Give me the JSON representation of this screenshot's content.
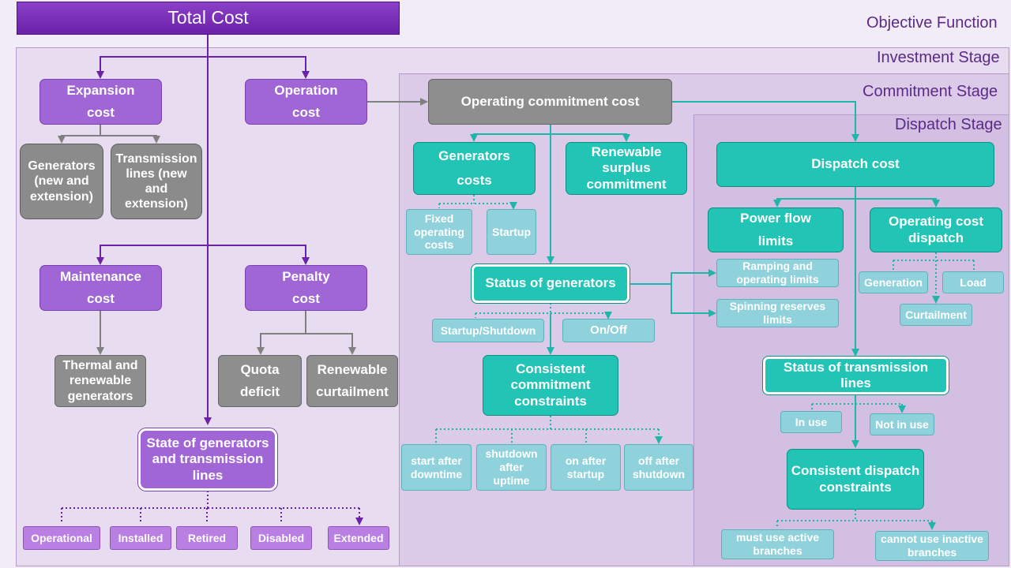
{
  "title": "Total Cost",
  "stages": {
    "objective": "Objective Function",
    "investment": "Investment Stage",
    "commitment": "Commitment Stage",
    "dispatch": "Dispatch Stage"
  },
  "investment": {
    "expansion": [
      "Expansion",
      "cost"
    ],
    "operation": [
      "Operation",
      "cost"
    ],
    "generators_new": "Generators (new and extension)",
    "transmission_new": "Transmission lines (new and extension)",
    "maintenance": [
      "Maintenance",
      "cost"
    ],
    "penalty": [
      "Penalty",
      "cost"
    ],
    "thermal_renewable": "Thermal and renewable generators",
    "quota_deficit": [
      "Quota",
      "deficit"
    ],
    "renewable_curtailment": [
      "Renewable",
      "curtailment"
    ],
    "state": "State of generators and transmission lines",
    "states": [
      "Operational",
      "Installed",
      "Retired",
      "Disabled",
      "Extended"
    ]
  },
  "commitment": {
    "operating_commitment_cost": "Operating commitment cost",
    "generators_costs": [
      "Generators",
      "costs"
    ],
    "renewable_surplus": "Renewable surplus commitment",
    "fixed_operating": "Fixed operating costs",
    "startup": "Startup",
    "status_generators": "Status of generators",
    "startup_shutdown": "Startup/Shutdown",
    "on_off": "On/Off",
    "consistent_commitment": "Consistent commitment constraints",
    "constraints": [
      "start after downtime",
      "shutdown after uptime",
      "on after startup",
      "off after shutdown"
    ]
  },
  "dispatch": {
    "dispatch_cost": "Dispatch cost",
    "power_flow": [
      "Power flow",
      "limits"
    ],
    "operating_cost_dispatch": "Operating cost dispatch",
    "ramping": "Ramping and operating limits",
    "spinning": "Spinning reserves limits",
    "generation": "Generation",
    "load": "Load",
    "curtailment": "Curtailment",
    "status_lines": "Status of transmission lines",
    "in_use": "In use",
    "not_in_use": "Not in use",
    "consistent_dispatch": "Consistent dispatch constraints",
    "must_use": "must use active branches",
    "cannot_use": "cannot use inactive branches"
  },
  "colors": {
    "investment": "#a066d6",
    "commitment": "#22c4b6",
    "investment_line": "#6a22a8",
    "commitment_line": "#1fb6aa",
    "gray_line": "#808080"
  }
}
